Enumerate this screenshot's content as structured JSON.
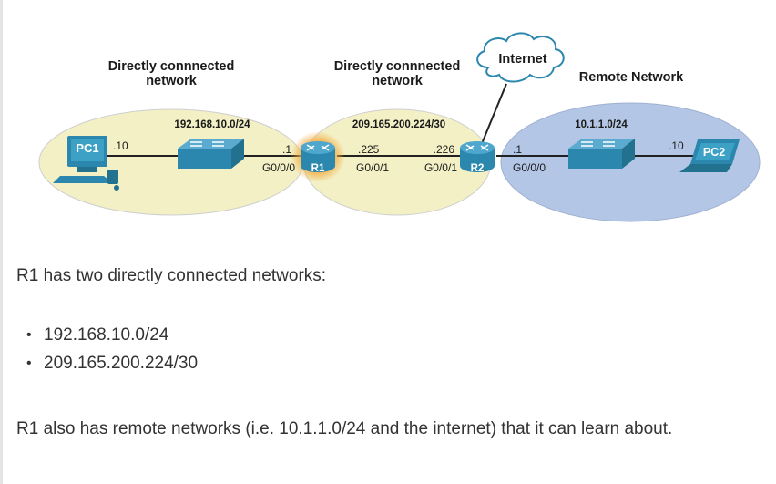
{
  "diagram": {
    "groups": {
      "left_network_title": [
        "Directly connnected",
        "network"
      ],
      "middle_network_title": [
        "Directly connnected",
        "network"
      ],
      "remote_network_title": "Remote Network",
      "internet": "Internet"
    },
    "subnets": {
      "left": "192.168.10.0/24",
      "middle": "209.165.200.224/30",
      "right": "10.1.1.0/24"
    },
    "devices": {
      "pc1": "PC1",
      "pc2": "PC2",
      "r1": "R1",
      "r2": "R2"
    },
    "addresses": {
      "pc1_host": ".10",
      "r1_lan": ".1",
      "r1_wan": ".225",
      "r2_wan": ".226",
      "r2_lan": ".1",
      "pc2_host": ".10"
    },
    "ports": {
      "r1_g000": "G0/0/0",
      "r1_g001": "G0/0/1",
      "r2_g001": "G0/0/1",
      "r2_g000": "G0/0/0"
    },
    "colors": {
      "directly_connected_fill": "#f2f0c4",
      "remote_fill": "#b4c6e6",
      "device_blue": "#2b87ad",
      "router_glow": "#f3a83c"
    }
  },
  "text": {
    "intro": "R1 has two directly connected networks:",
    "networks": [
      "192.168.10.0/24",
      "209.165.200.224/30"
    ],
    "outro": "R1 also has remote networks (i.e. 10.1.1.0/24 and the internet) that it can learn about."
  }
}
